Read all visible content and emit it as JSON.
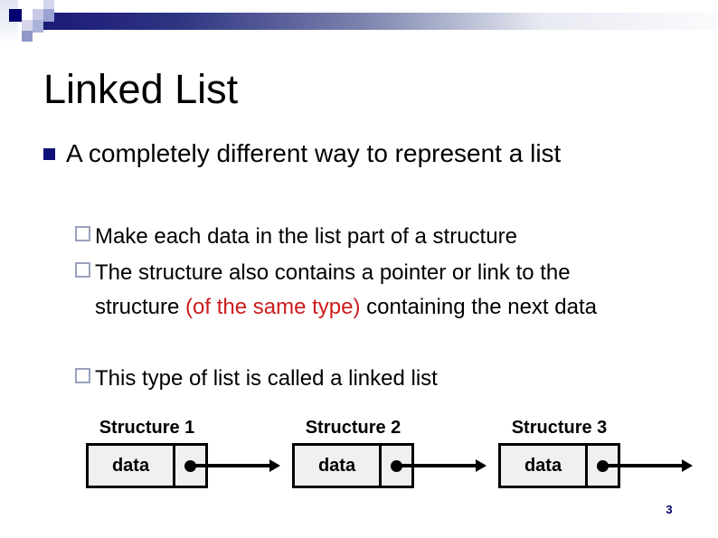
{
  "slide": {
    "title": "Linked List",
    "page_number": "3",
    "bullet_level1": "A completely different way to represent a list",
    "sub_bullets": {
      "b1": "Make each data in the list part of a structure",
      "b2_part1": "The structure also contains a pointer or link to the structure ",
      "b2_red": "(of the same type)",
      "b2_part2": " containing the next data",
      "b3": "This type of list is called a linked list"
    },
    "diagram": {
      "structures": [
        {
          "label": "Structure 1",
          "cell": "data"
        },
        {
          "label": "Structure 2",
          "cell": "data"
        },
        {
          "label": "Structure 3",
          "cell": "data"
        }
      ]
    },
    "colors": {
      "accent_navy": "#000070",
      "bar_gradient_start": "#1a1a78",
      "red_text": "#cc1c1c",
      "sub_bullet_border": "#9aa0bc",
      "diagram_box_fill": "#f0f0f0"
    }
  }
}
